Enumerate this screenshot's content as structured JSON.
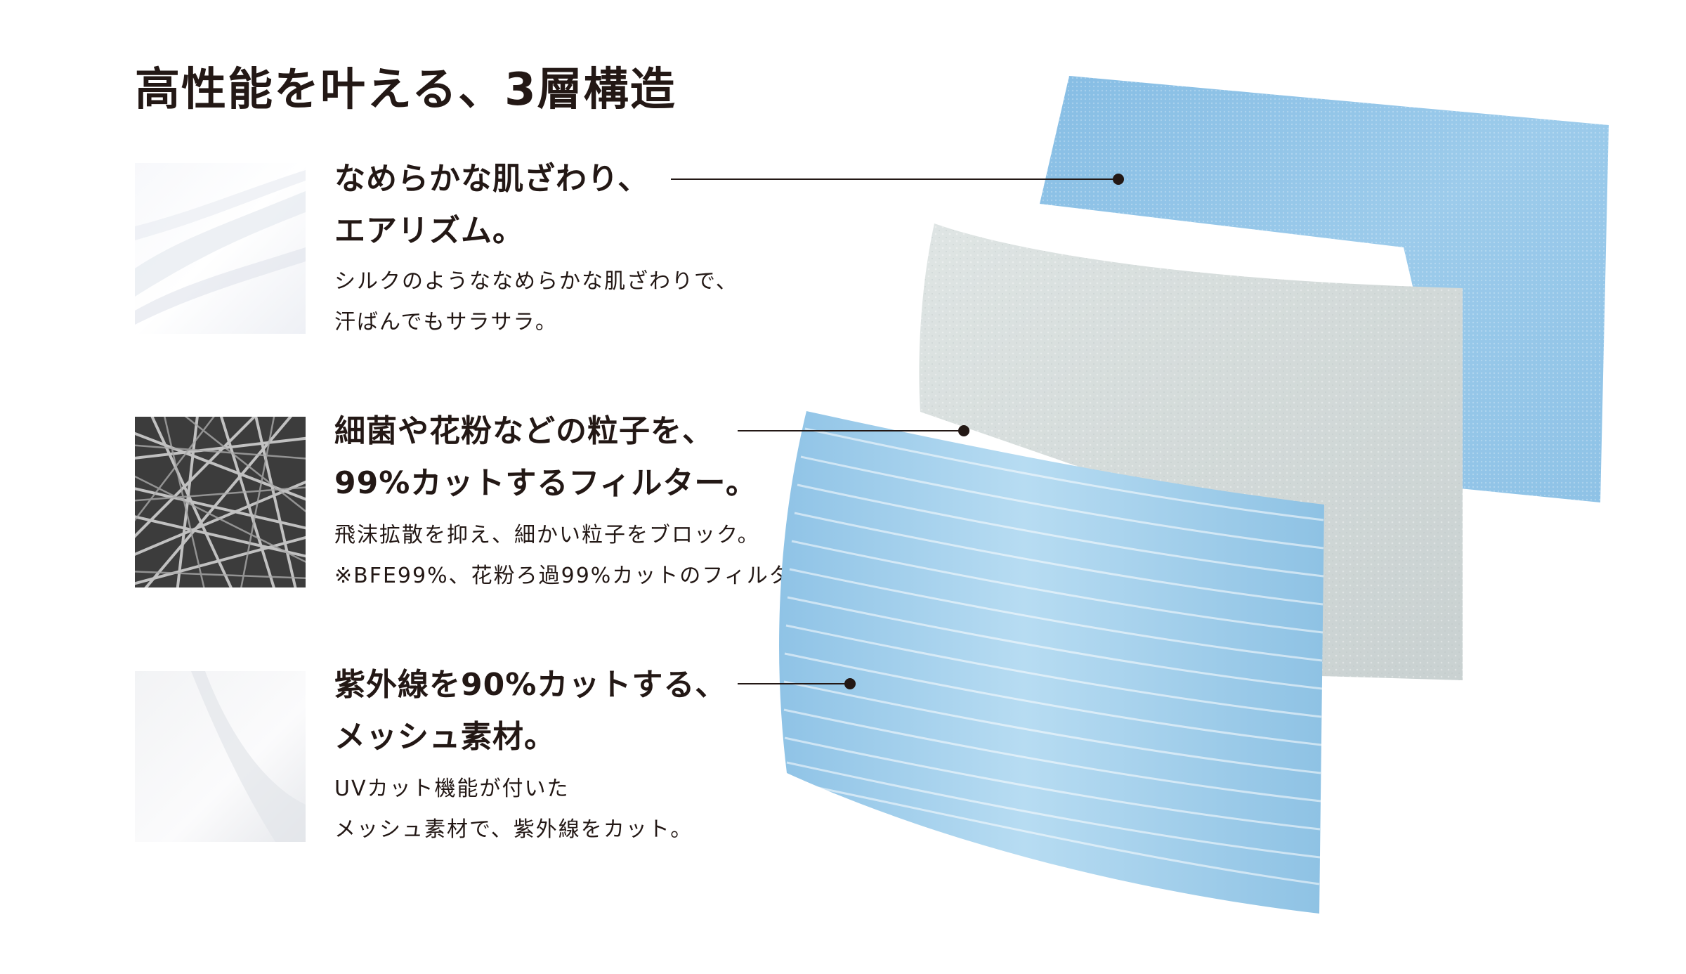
{
  "title": "高性能を叶える、3層構造",
  "layers": [
    {
      "heading": [
        "なめらかな肌ざわり、",
        "エアリズム。"
      ],
      "description": [
        "シルクのようななめらかな肌ざわりで、",
        "汗ばんでもサラサラ。"
      ],
      "swatch_icon": "smooth-fabric-texture",
      "layer_color": "#8fc4e6"
    },
    {
      "heading": [
        "細菌や花粉などの粒子を、",
        "99%カットするフィルター。"
      ],
      "description": [
        "飛沫拡散を抑え、細かい粒子をブロック。",
        "※BFE99%、花粉ろ過99%カットのフィルターを採用。"
      ],
      "swatch_icon": "fiber-mesh-texture",
      "layer_color": "#d6dedd"
    },
    {
      "heading": [
        "紫外線を90%カットする、",
        "メッシュ素材。"
      ],
      "description": [
        "UVカット機能が付いた",
        "メッシュ素材で、紫外線をカット。"
      ],
      "swatch_icon": "mesh-fabric-texture",
      "layer_color": "#9ccbe8"
    }
  ]
}
